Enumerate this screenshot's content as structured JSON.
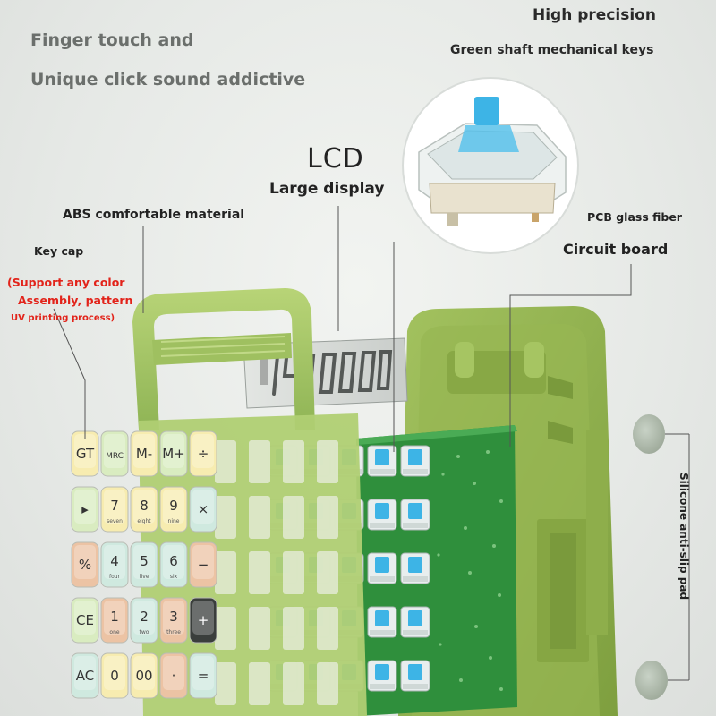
{
  "labels": {
    "finger_touch": "Finger touch and",
    "click_sound": "Unique click sound addictive",
    "high_precision": "High precision",
    "green_shaft": "Green shaft mechanical keys",
    "lcd": "LCD",
    "large_display": "Large display",
    "abs_material": "ABS comfortable material",
    "pcb_glass": "PCB glass fiber",
    "circuit_board": "Circuit board",
    "key_cap": "Key cap",
    "support_color": "(Support any color",
    "assembly_pattern": "Assembly, pattern",
    "uv_printing": "UV printing process)",
    "silicone_pad": "Silicone anti-slip pad"
  },
  "colors": {
    "accent_red": "#e2231a",
    "frame_green": "#9bc05a",
    "board_green": "#2f8f3c",
    "switch_blue": "#3db4e6"
  },
  "keys": [
    [
      {
        "main": "GT",
        "sub": "",
        "color": "#f7ecb0"
      },
      {
        "main": "MRC",
        "sub": "",
        "color": "#d9ecc0"
      },
      {
        "main": "M-",
        "sub": "",
        "color": "#f7ecb0"
      },
      {
        "main": "M+",
        "sub": "",
        "color": "#d9ecc0"
      },
      {
        "main": "÷",
        "sub": "",
        "color": "#f7ecb0"
      }
    ],
    [
      {
        "main": "▸",
        "sub": "",
        "color": "#d9ecc0"
      },
      {
        "main": "7",
        "sub": "seven",
        "color": "#f7ecb0"
      },
      {
        "main": "8",
        "sub": "eight",
        "color": "#f7ecb0"
      },
      {
        "main": "9",
        "sub": "nine",
        "color": "#f7ecb0"
      },
      {
        "main": "×",
        "sub": "",
        "color": "#cfe9df"
      }
    ],
    [
      {
        "main": "%",
        "sub": "",
        "color": "#ecc3a4"
      },
      {
        "main": "4",
        "sub": "four",
        "color": "#cfe9df"
      },
      {
        "main": "5",
        "sub": "five",
        "color": "#cfe9df"
      },
      {
        "main": "6",
        "sub": "six",
        "color": "#cfe9df"
      },
      {
        "main": "−",
        "sub": "",
        "color": "#ecc3a4"
      }
    ],
    [
      {
        "main": "CE",
        "sub": "",
        "color": "#d9ecc0"
      },
      {
        "main": "1",
        "sub": "one",
        "color": "#ecc3a4"
      },
      {
        "main": "2",
        "sub": "two",
        "color": "#cfe9df"
      },
      {
        "main": "3",
        "sub": "three",
        "color": "#ecc3a4"
      },
      {
        "main": "+",
        "sub": "",
        "color": "#3a3e3c"
      }
    ],
    [
      {
        "main": "AC",
        "sub": "",
        "color": "#cfe9df"
      },
      {
        "main": "0",
        "sub": "",
        "color": "#f7ecb0"
      },
      {
        "main": "00",
        "sub": "",
        "color": "#f7ecb0"
      },
      {
        "main": "·",
        "sub": "",
        "color": "#ecc3a4"
      },
      {
        "main": "=",
        "sub": "",
        "color": "#cfe9df"
      }
    ]
  ]
}
